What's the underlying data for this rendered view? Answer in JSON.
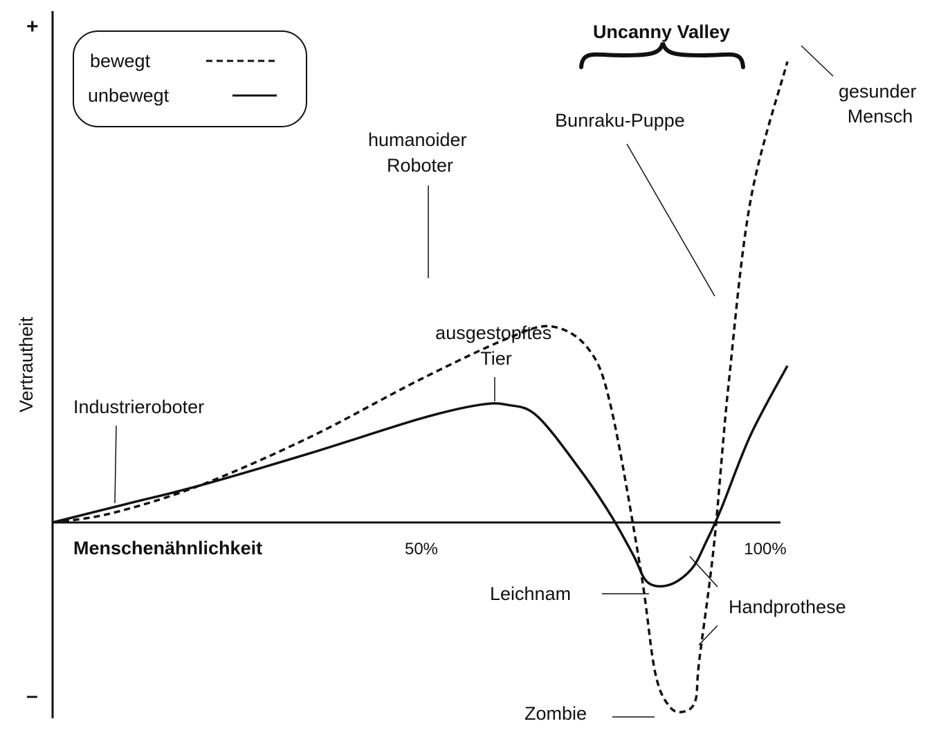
{
  "chart_data": {
    "type": "line",
    "title": "Uncanny Valley",
    "xlabel": "Menschenähnlichkeit",
    "ylabel": "Vertrautheit",
    "x_ticks": [
      "50%",
      "100%"
    ],
    "y_ticks": [
      "+",
      "–"
    ],
    "xlim": [
      0,
      100
    ],
    "ylim": [
      -100,
      100
    ],
    "grid": false,
    "legend": "top-left",
    "series": [
      {
        "name": "bewegt",
        "style": "dashed",
        "x": [
          0,
          8,
          20,
          35,
          50,
          62,
          68,
          73,
          76,
          80,
          82,
          84,
          86,
          87.5,
          88,
          90,
          92,
          95,
          100
        ],
        "y": [
          0,
          4,
          16,
          37,
          62,
          80,
          85,
          75,
          50,
          -20,
          -65,
          -80,
          -82,
          -77,
          -60,
          -10,
          60,
          140,
          200
        ]
      },
      {
        "name": "unbewegt",
        "style": "solid",
        "x": [
          0,
          10,
          20,
          35,
          50,
          58,
          62,
          66,
          72,
          76,
          79,
          81,
          84,
          87,
          89,
          91,
          95,
          100
        ],
        "y": [
          0,
          8,
          16,
          30,
          45,
          51,
          51,
          46,
          22,
          3,
          -14,
          -26,
          -27,
          -20,
          -8,
          6,
          38,
          68
        ]
      }
    ],
    "annotations": [
      {
        "text": "Industrieroboter",
        "x": 8,
        "y": 4
      },
      {
        "lines": [
          "humanoider",
          "Roboter"
        ],
        "x": 50,
        "y": 62
      },
      {
        "lines": [
          "ausgestopftes",
          "Tier"
        ],
        "x": 60,
        "y": 51
      },
      {
        "text": "Bunraku-Puppe",
        "x": 89,
        "y": 82
      },
      {
        "lines": [
          "gesunder",
          "Mensch"
        ],
        "x": 100,
        "y": 200
      },
      {
        "text": "Leichnam",
        "x": 81,
        "y": -26
      },
      {
        "text": "Handprothese",
        "x": 87,
        "y": -14
      },
      {
        "text": "Zombie",
        "x": 82,
        "y": -82
      }
    ]
  }
}
